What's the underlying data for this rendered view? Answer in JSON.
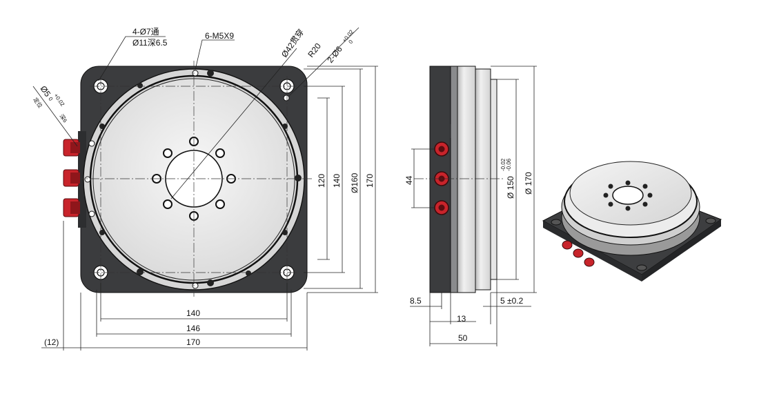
{
  "colors": {
    "body_dark": "#3b3c3e",
    "plate_light": "#ececec",
    "ring": "#d6d6d6",
    "fitting_red": "#c8242b",
    "line": "#222222"
  },
  "front_view": {
    "callouts": {
      "holes_qty": "4-Ø7通",
      "holes_cbore": "Ø11深6.5",
      "threads": "6-M5X9",
      "bore": "Ø42贯穿",
      "radius": "R20",
      "pin_holes": "2-Ø6",
      "pin_tol_upper": "+0.02",
      "pin_tol_lower": "0",
      "side_pin": "Ø5",
      "side_pin_tol_upper": "+0.02",
      "side_pin_tol_lower": "0",
      "side_pin_depth": "深6",
      "side_pin_note": "定位"
    },
    "dims": {
      "w140": "140",
      "w146": "146",
      "w170": "170",
      "offset12": "(12)",
      "h120": "120",
      "h140": "140",
      "h160": "Ø160",
      "h170": "170"
    }
  },
  "side_view": {
    "dims": {
      "port_pitch": "44",
      "d150": "Ø 150",
      "d150_tol_upper": "-0.02",
      "d150_tol_lower": "-0.06",
      "d170": "Ø 170",
      "t85": "8.5",
      "t13": "13",
      "t5": "5 ±0.2",
      "t50": "50"
    }
  }
}
